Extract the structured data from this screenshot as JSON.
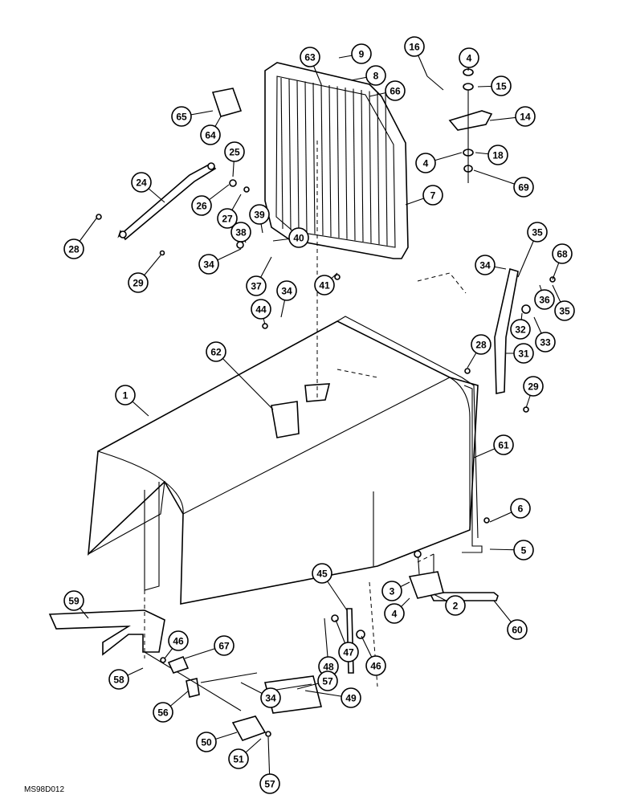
{
  "drawing_code": "MS98D012",
  "callouts": [
    "1",
    "2",
    "3",
    "4",
    "4",
    "4",
    "5",
    "6",
    "7",
    "8",
    "9",
    "14",
    "15",
    "16",
    "18",
    "24",
    "25",
    "26",
    "27",
    "28",
    "28",
    "29",
    "29",
    "31",
    "32",
    "33",
    "34",
    "34",
    "34",
    "34",
    "35",
    "35",
    "36",
    "37",
    "38",
    "39",
    "40",
    "41",
    "44",
    "45",
    "46",
    "46",
    "47",
    "48",
    "49",
    "50",
    "51",
    "56",
    "57",
    "57",
    "58",
    "59",
    "60",
    "61",
    "62",
    "63",
    "64",
    "65",
    "66",
    "67",
    "68",
    "69"
  ]
}
